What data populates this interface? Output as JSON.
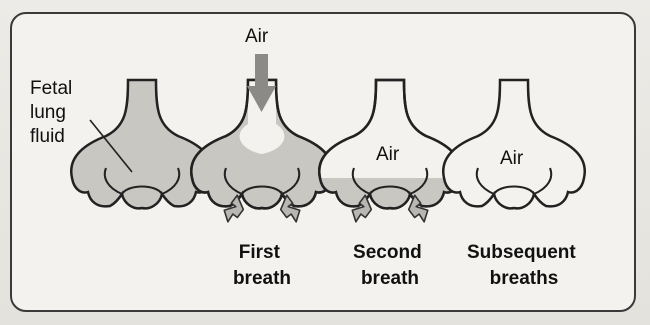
{
  "labels": {
    "fetal_fluid": [
      "Fetal",
      "lung",
      "fluid"
    ],
    "air_top": "Air",
    "air_second": "Air",
    "air_subsequent": "Air"
  },
  "stages": {
    "first": [
      "First",
      "breath"
    ],
    "second": [
      "Second",
      "breath"
    ],
    "subsequent": [
      "Subsequent",
      "breaths"
    ]
  },
  "colors": {
    "fluid": "#c9c7c2",
    "outline": "#222222",
    "arrow_fill": "#b9b7b2"
  }
}
